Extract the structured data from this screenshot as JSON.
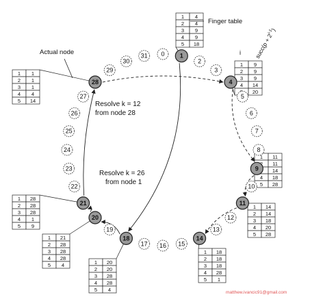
{
  "annotations": {
    "finger_table": "Finger table",
    "actual_node": "Actual node",
    "col_i": "i",
    "succ_prefix": "succ(p + 2",
    "succ_exp": "i-1",
    "succ_suffix": ")",
    "resolve1_line1": "Resolve k = 12",
    "resolve1_line2": "from node 28",
    "resolve2_line1": "Resolve k = 26",
    "resolve2_line2": "from node 1",
    "credit": "matthew.ivancic91@gmail.com"
  },
  "colors": {
    "active_fill": "#999999",
    "credit": "#e05555",
    "stroke": "#222222"
  },
  "ring": [
    {
      "id": "0",
      "active": false
    },
    {
      "id": "1",
      "active": true
    },
    {
      "id": "2",
      "active": false
    },
    {
      "id": "3",
      "active": false
    },
    {
      "id": "4",
      "active": true
    },
    {
      "id": "5",
      "active": false
    },
    {
      "id": "6",
      "active": false
    },
    {
      "id": "7",
      "active": false
    },
    {
      "id": "8",
      "active": false
    },
    {
      "id": "9",
      "active": true
    },
    {
      "id": "10",
      "active": false
    },
    {
      "id": "11",
      "active": true
    },
    {
      "id": "12",
      "active": false
    },
    {
      "id": "13",
      "active": false
    },
    {
      "id": "14",
      "active": true
    },
    {
      "id": "15",
      "active": false
    },
    {
      "id": "16",
      "active": false
    },
    {
      "id": "17",
      "active": false
    },
    {
      "id": "18",
      "active": true
    },
    {
      "id": "19",
      "active": false
    },
    {
      "id": "20",
      "active": true
    },
    {
      "id": "21",
      "active": true
    },
    {
      "id": "22",
      "active": false
    },
    {
      "id": "23",
      "active": false
    },
    {
      "id": "24",
      "active": false
    },
    {
      "id": "25",
      "active": false
    },
    {
      "id": "26",
      "active": false
    },
    {
      "id": "27",
      "active": false
    },
    {
      "id": "28",
      "active": true
    },
    {
      "id": "29",
      "active": false
    },
    {
      "id": "30",
      "active": false
    },
    {
      "id": "31",
      "active": false
    }
  ],
  "finger_tables": [
    {
      "node": "1",
      "rows": [
        [
          "1",
          "4"
        ],
        [
          "2",
          "4"
        ],
        [
          "3",
          "9"
        ],
        [
          "4",
          "9"
        ],
        [
          "5",
          "18"
        ]
      ]
    },
    {
      "node": "4",
      "rows": [
        [
          "1",
          "9"
        ],
        [
          "2",
          "9"
        ],
        [
          "3",
          "9"
        ],
        [
          "4",
          "14"
        ],
        [
          "5",
          "20"
        ]
      ]
    },
    {
      "node": "9",
      "rows": [
        [
          "1",
          "11"
        ],
        [
          "2",
          "11"
        ],
        [
          "3",
          "14"
        ],
        [
          "4",
          "18"
        ],
        [
          "5",
          "28"
        ]
      ]
    },
    {
      "node": "11",
      "rows": [
        [
          "1",
          "14"
        ],
        [
          "2",
          "14"
        ],
        [
          "3",
          "18"
        ],
        [
          "4",
          "20"
        ],
        [
          "5",
          "28"
        ]
      ]
    },
    {
      "node": "14",
      "rows": [
        [
          "1",
          "18"
        ],
        [
          "2",
          "18"
        ],
        [
          "3",
          "18"
        ],
        [
          "4",
          "28"
        ],
        [
          "5",
          "1"
        ]
      ]
    },
    {
      "node": "18",
      "rows": [
        [
          "1",
          "20"
        ],
        [
          "2",
          "20"
        ],
        [
          "3",
          "28"
        ],
        [
          "4",
          "28"
        ],
        [
          "5",
          "4"
        ]
      ]
    },
    {
      "node": "20",
      "rows": [
        [
          "1",
          "21"
        ],
        [
          "2",
          "28"
        ],
        [
          "3",
          "28"
        ],
        [
          "4",
          "28"
        ],
        [
          "5",
          "4"
        ]
      ]
    },
    {
      "node": "21",
      "rows": [
        [
          "1",
          "28"
        ],
        [
          "2",
          "28"
        ],
        [
          "3",
          "28"
        ],
        [
          "4",
          "1"
        ],
        [
          "5",
          "9"
        ]
      ]
    },
    {
      "node": "28",
      "rows": [
        [
          "1",
          "1"
        ],
        [
          "2",
          "1"
        ],
        [
          "3",
          "1"
        ],
        [
          "4",
          "4"
        ],
        [
          "5",
          "14"
        ]
      ]
    }
  ],
  "lookups": [
    {
      "name": "resolve-k12",
      "hops": [
        "28",
        "4",
        "9",
        "11",
        "14"
      ]
    },
    {
      "name": "resolve-k26",
      "hops": [
        "1",
        "18",
        "20",
        "21",
        "28"
      ]
    }
  ]
}
